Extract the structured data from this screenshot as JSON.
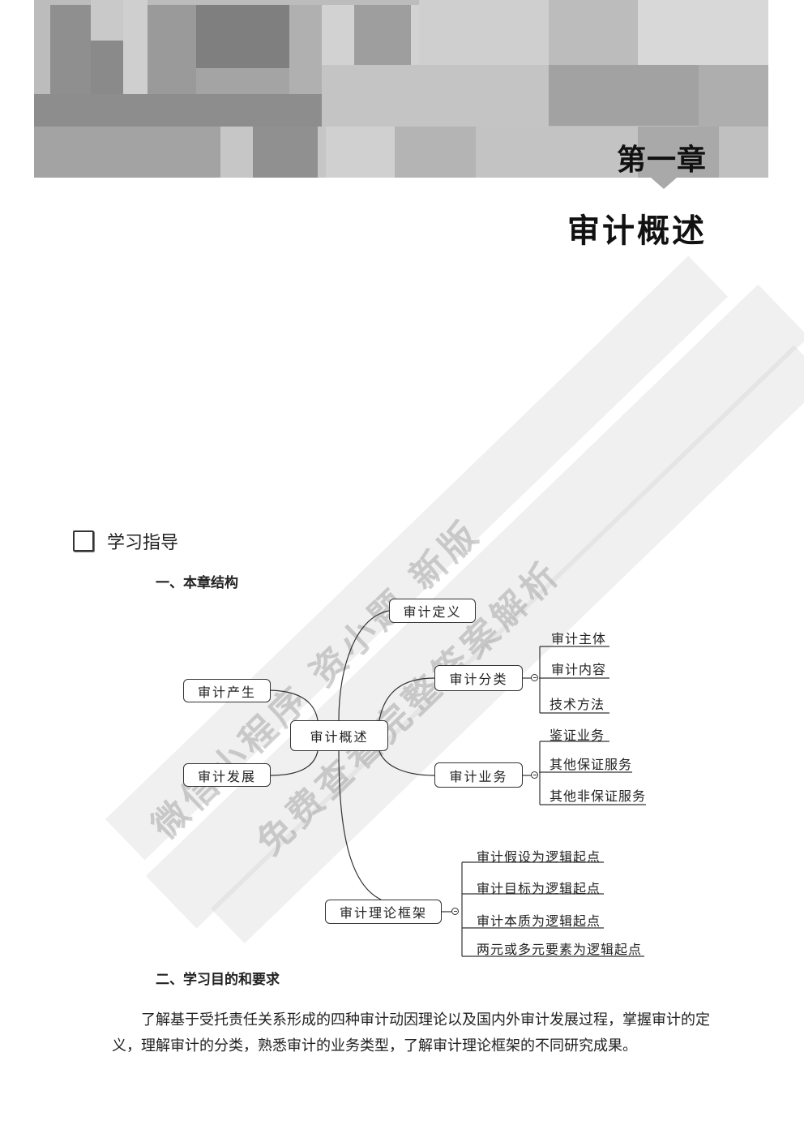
{
  "header": {
    "chapter_number": "第一章",
    "chapter_title": "审计概述"
  },
  "watermark": {
    "line1": "微信小程序 资小题 新版",
    "line2": "免费查看完整答案解析"
  },
  "section": {
    "title": "学习指导",
    "subsection1": "一、本章结构",
    "subsection2": "二、学习目的和要求"
  },
  "mindmap": {
    "center": "审计概述",
    "left_nodes": [
      "审计产生",
      "审计发展"
    ],
    "definition": "审计定义",
    "classification": {
      "label": "审计分类",
      "children": [
        "审计主体",
        "审计内容",
        "技术方法"
      ]
    },
    "business": {
      "label": "审计业务",
      "children": [
        "鉴证业务",
        "其他保证服务",
        "其他非保证服务"
      ]
    },
    "theory": {
      "label": "审计理论框架",
      "children": [
        "审计假设为逻辑起点",
        "审计目标为逻辑起点",
        "审计本质为逻辑起点",
        "两元或多元要素为逻辑起点"
      ]
    }
  },
  "objectives": {
    "text": "了解基于受托责任关系形成的四种审计动因理论以及国内外审计发展过程，掌握审计的定义，理解审计的分类，熟悉审计的业务类型，了解审计理论框架的不同研究成果。"
  },
  "colors": {
    "banner_base": "#b8b8b8",
    "text": "#1a1a1a",
    "lines": "#333333"
  }
}
